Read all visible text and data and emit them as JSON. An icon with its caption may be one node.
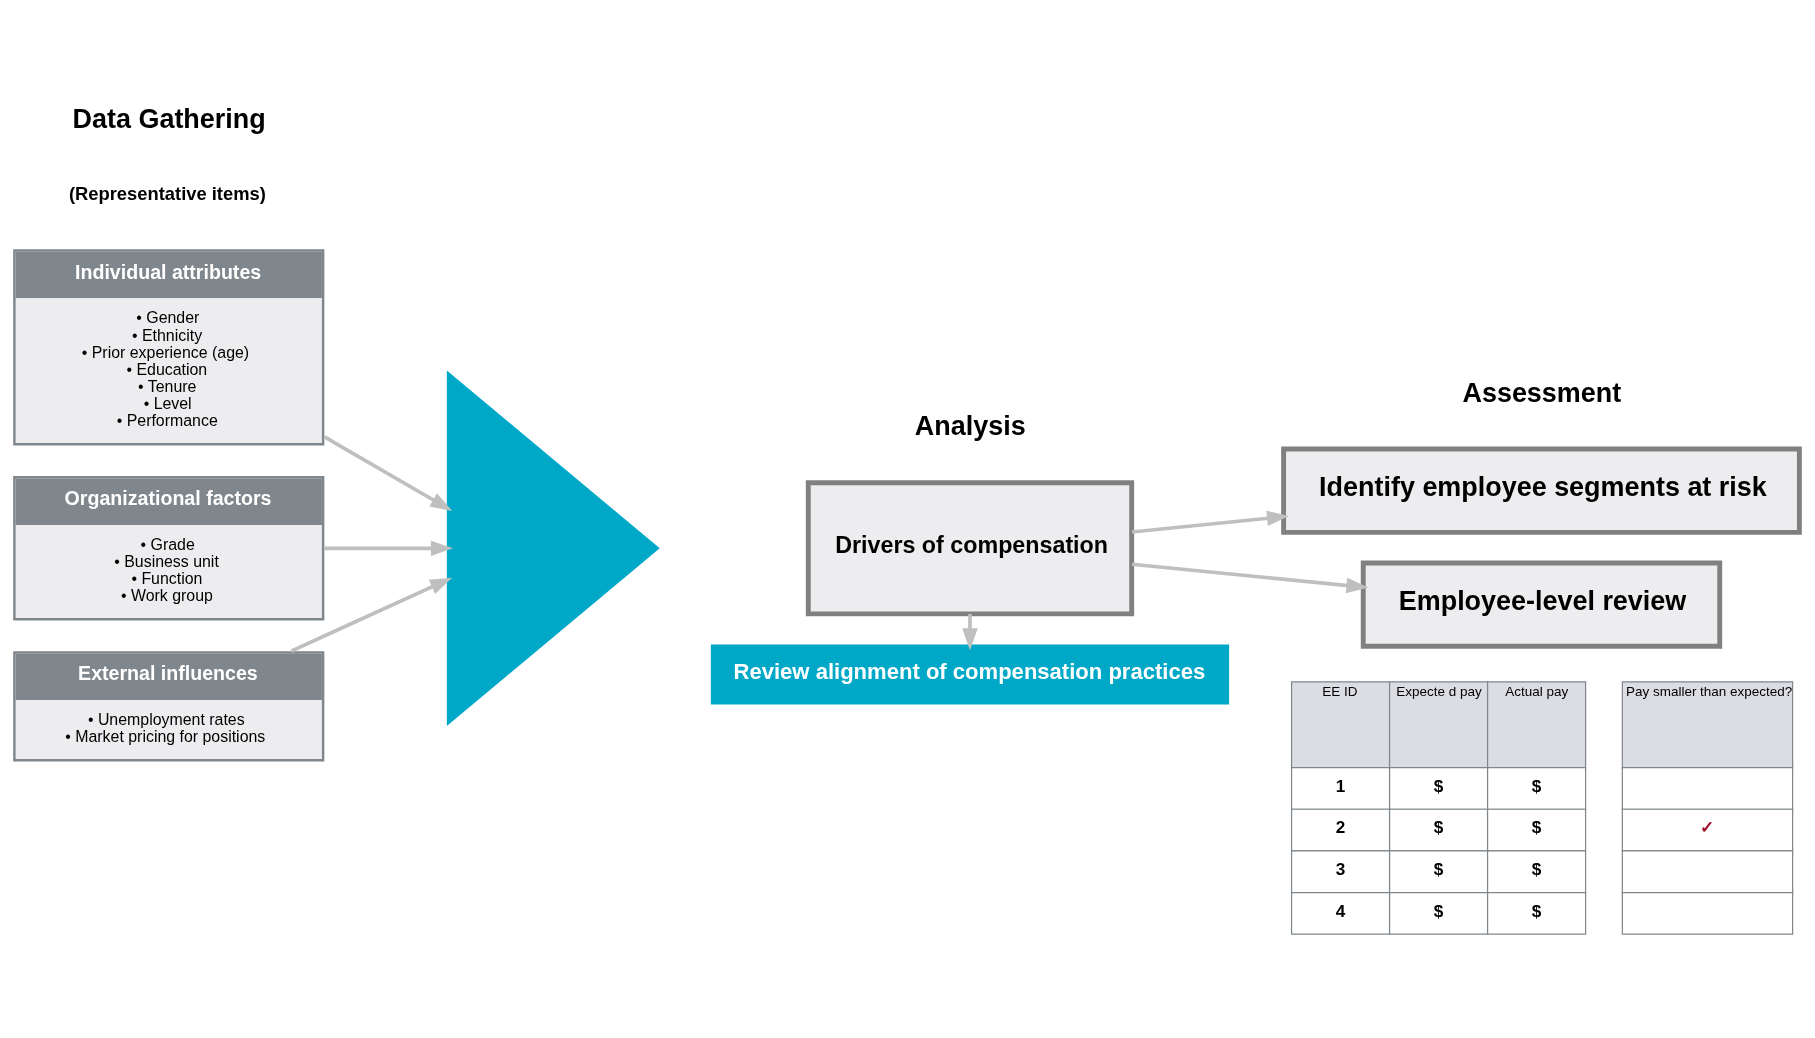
{
  "diagram": {
    "nodes": [
      {
        "text": [
          "Individual attributes",
          "• Gender",
          "• Ethnicity",
          "• Prior experience (age)",
          "• Education",
          "• Tenure",
          "• Level",
          "• Performance"
        ]
      },
      {
        "text": [
          "Organizational factors",
          "• Grade",
          "• Business unit",
          "• Function",
          "• Work group"
        ]
      },
      {
        "text": [
          "External influences",
          "• Unemployment rates",
          "• Market pricing for positions"
        ]
      },
      {
        "text": [],
        "shape": "triangle"
      },
      {
        "text": [
          "Drivers of compensation"
        ]
      },
      {
        "text": [
          "Review alignment of compensation practices"
        ]
      },
      {
        "text": [
          "Identify employee segments at risk"
        ]
      },
      {
        "text": [
          "Employee-level review"
        ]
      }
    ],
    "edges": [
      {
        "from": 0,
        "to": 3,
        "arrow": "to"
      },
      {
        "from": 1,
        "to": 3,
        "arrow": "to"
      },
      {
        "from": 2,
        "to": 3,
        "arrow": "to"
      },
      {
        "from": 4,
        "to": 6,
        "arrow": "to"
      },
      {
        "from": 4,
        "to": 7,
        "arrow": "to"
      },
      {
        "from": 4,
        "to": 5,
        "arrow": "to"
      }
    ],
    "labels": [
      "Data Gathering",
      "(Representative items)",
      "Analysis",
      "Assessment",
      "EE ID",
      "Expecte d pay",
      "Actual pay",
      "Pay smaller than expected?",
      "1",
      "$",
      "$",
      "2",
      "$",
      "$",
      "✓",
      "3",
      "$",
      "$",
      "4",
      "$",
      "$"
    ]
  }
}
